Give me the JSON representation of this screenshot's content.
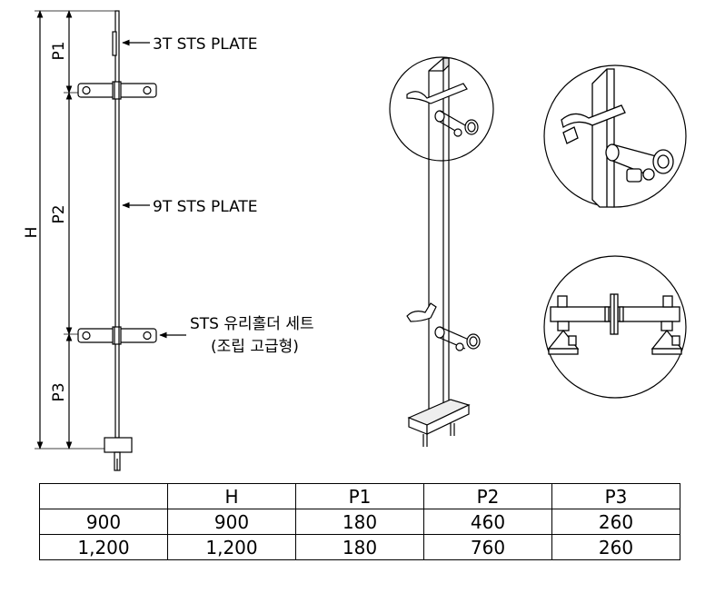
{
  "drawing": {
    "dimensions": {
      "height": "H",
      "p1": "P1",
      "p2": "P2",
      "p3": "P3"
    },
    "callouts": {
      "plate_3t": "3T STS PLATE",
      "plate_9t": "9T STS PLATE",
      "holder_line1": "STS 유리홀더 세트",
      "holder_line2": "(조립 고급형)"
    }
  },
  "table": {
    "headers": [
      "",
      "H",
      "P1",
      "P2",
      "P3"
    ],
    "rows": [
      [
        "900",
        "900",
        "180",
        "460",
        "260"
      ],
      [
        "1,200",
        "1,200",
        "180",
        "760",
        "260"
      ]
    ]
  }
}
